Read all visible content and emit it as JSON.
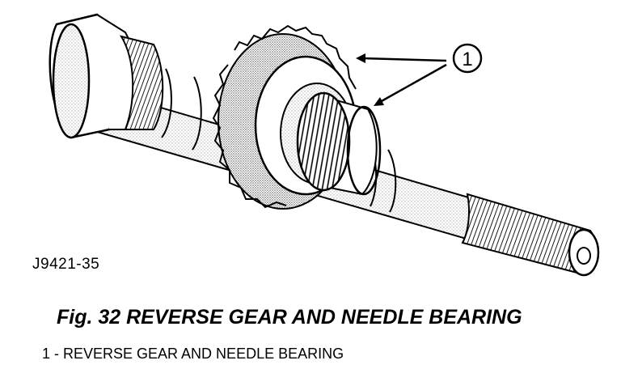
{
  "figure": {
    "id_label": "J9421-35",
    "callout_number": "1",
    "caption": "Fig. 32 REVERSE GEAR AND NEEDLE BEARING",
    "legend": [
      {
        "text": "1 - REVERSE GEAR AND NEEDLE BEARING"
      }
    ]
  }
}
